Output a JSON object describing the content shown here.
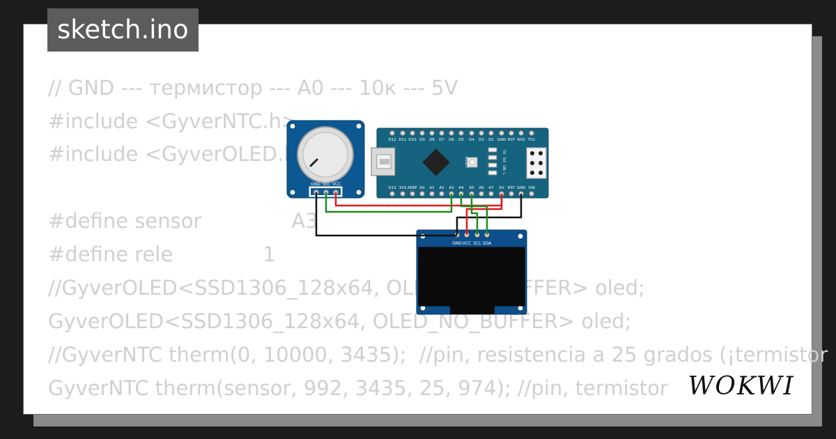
{
  "file_tab": {
    "title": "sketch.ino"
  },
  "code_lines": [
    "// GND --- термистор --- A0 --- 10к --- 5V",
    "#include <GyverNTC.h>",
    "#include <GyverOLED.h>",
    "",
    "#define sensor              A3",
    "#define rele              1",
    "//GyverOLED<SSD1306_128x64, OLED_NO_BUFFER> oled;",
    "GyverOLED<SSD1306_128x64, OLED_NO_BUFFER> oled;",
    "//GyverNTC therm(0, 10000, 3435);  //pin, resistencia a 25 grados (¡termistor",
    "GyverNTC therm(sensor, 992, 3435, 25, 974); //pin, termistor"
  ],
  "potentiometer": {
    "pins": [
      "GND",
      "SIG",
      "VCC"
    ]
  },
  "arduino_nano": {
    "top_pins": [
      "D12",
      "D11",
      "D10",
      "D9",
      "D8",
      "D7",
      "D6",
      "D5",
      "D4",
      "D3",
      "D2",
      "GND",
      "RST",
      "RX0",
      "TX1"
    ],
    "bottom_pins": [
      "D13",
      "3V3",
      "AREF",
      "A0",
      "A1",
      "A2",
      "A3",
      "A4",
      "A5",
      "A6",
      "A7",
      "5V",
      "RST",
      "GND",
      "VIN"
    ],
    "led_labels": [
      "TX",
      "RX",
      "ON",
      "L"
    ],
    "reset_label": "RESET"
  },
  "oled": {
    "pins": [
      "GND",
      "VCC",
      "SCL",
      "SDA"
    ]
  },
  "logo": {
    "text": "WOKWI"
  },
  "colors": {
    "board_blue": "#15637f",
    "pot_blue": "#0b5892",
    "wire_red": "#e01b1b",
    "wire_green": "#1f8a1f",
    "wire_black": "#111111",
    "code_gray": "#d0d0d0",
    "tab_gray": "#5c5c5c"
  }
}
